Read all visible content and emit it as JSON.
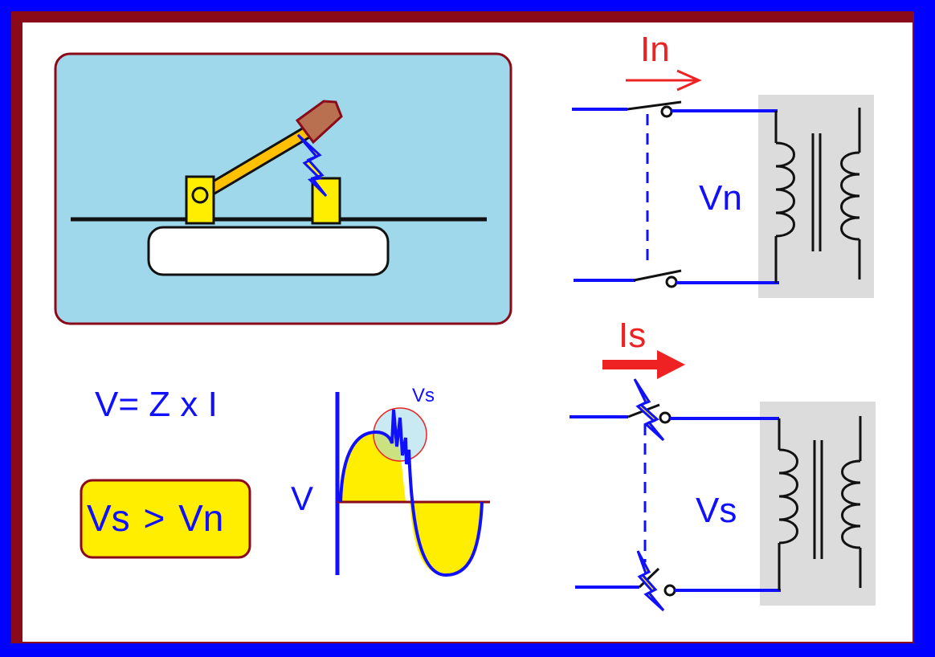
{
  "labels": {
    "current_normal": "In",
    "voltage_normal": "Vn",
    "current_surge": "Is",
    "voltage_surge": "Vs",
    "formula": "V= Z x I",
    "inequality_left": "Vs",
    "inequality_symbol": ">",
    "inequality_right": "Vn",
    "axis_v": "V",
    "peak_label": "Vs"
  },
  "colors": {
    "outer_border": "#0000ff",
    "inner_border": "#8b0a1a",
    "wire": "#1010ff",
    "arrow": "#ee2222",
    "panel_bg": "#9fd8ea",
    "contact": "#ffee00",
    "arm": "#ffc000",
    "handle": "#b87050",
    "transformer_bg": "#dcdcdc"
  }
}
